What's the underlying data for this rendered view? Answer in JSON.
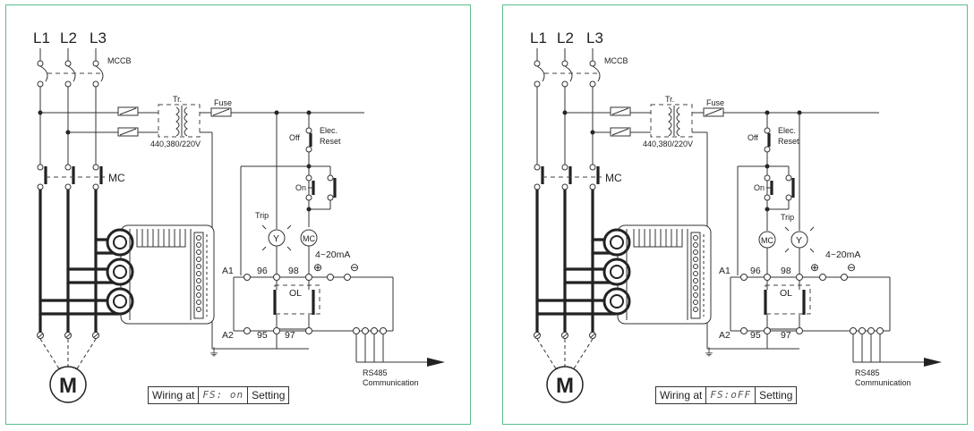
{
  "panels": [
    {
      "id": "left",
      "labels": {
        "l1": "L1",
        "l2": "L2",
        "l3": "L3",
        "mccb": "MCCB",
        "mc": "MC",
        "tr": "Tr.",
        "fuse": "Fuse",
        "voltage": "440,380/220V",
        "off": "Off",
        "elec": "Elec.",
        "reset": "Reset",
        "on": "On",
        "trip": "Trip",
        "y": "Y",
        "mc_coil": "MC",
        "ma": "4~20mA",
        "plus": "⊕",
        "minus": "⊖",
        "a1": "A1",
        "a2": "A2",
        "t96": "96",
        "t98": "98",
        "t95": "95",
        "t97": "97",
        "ol": "OL",
        "rs485": "RS485",
        "comm": "Communication",
        "motor": "M"
      },
      "wiring": {
        "prefix": "Wiring at",
        "code": "FS: on",
        "suffix": "Setting"
      }
    },
    {
      "id": "right",
      "labels": {
        "l1": "L1",
        "l2": "L2",
        "l3": "L3",
        "mccb": "MCCB",
        "mc": "MC",
        "tr": "Tr.",
        "fuse": "Fuse",
        "voltage": "440,380/220V",
        "off": "Off",
        "elec": "Elec.",
        "reset": "Reset",
        "on": "On",
        "trip": "Trip",
        "y": "Y",
        "mc_coil": "MC",
        "ma": "4~20mA",
        "plus": "⊕",
        "minus": "⊖",
        "a1": "A1",
        "a2": "A2",
        "t96": "96",
        "t98": "98",
        "t95": "95",
        "t97": "97",
        "ol": "OL",
        "rs485": "RS485",
        "comm": "Communication",
        "motor": "M"
      },
      "wiring": {
        "prefix": "Wiring at",
        "code": "FS:oFF",
        "suffix": "Setting"
      }
    }
  ],
  "colors": {
    "frame": "#5cbf8a",
    "line": "#222222"
  }
}
